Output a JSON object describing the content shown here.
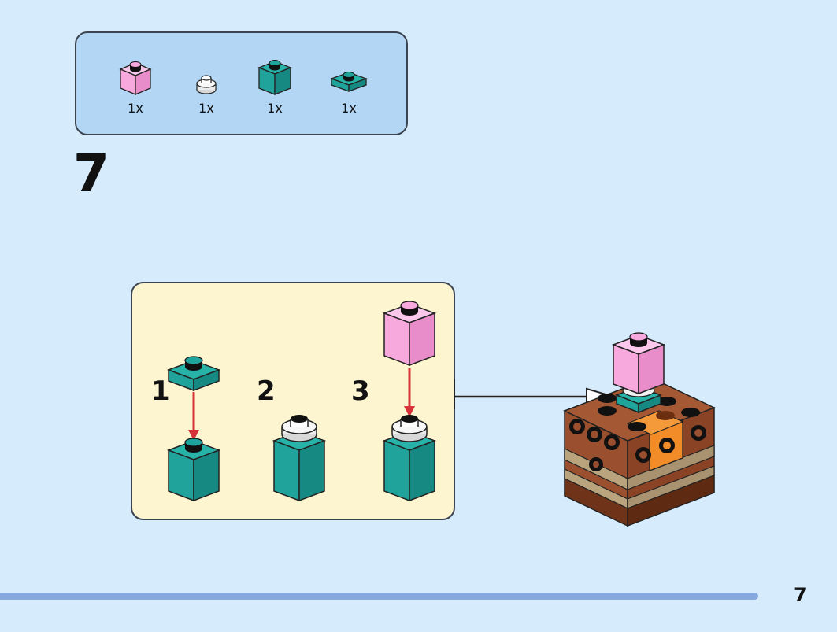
{
  "parts_list": {
    "items": [
      {
        "name": "pink-brick-1x1",
        "qty": "1x",
        "color": "#f7a8dc"
      },
      {
        "name": "white-round-plate-1x1",
        "qty": "1x",
        "color": "#f0f0f0"
      },
      {
        "name": "teal-brick-1x1",
        "qty": "1x",
        "color": "#1fa39a"
      },
      {
        "name": "teal-plate-1x1",
        "qty": "1x",
        "color": "#1fa39a"
      }
    ]
  },
  "step": {
    "number": "7"
  },
  "sub_build": {
    "steps": [
      {
        "label": "1"
      },
      {
        "label": "2"
      },
      {
        "label": "3"
      }
    ],
    "arrow_color": "#d6323a"
  },
  "footer": {
    "page_number": "7"
  },
  "colors": {
    "background": "#d6ebfb",
    "parts_box": "#b2d6f3",
    "sub_build_box": "#fdf5cf",
    "bottom_bar": "#87a8dc",
    "brown": "#9a4f2e",
    "orange": "#f28c28",
    "tan": "#b9a47e"
  }
}
